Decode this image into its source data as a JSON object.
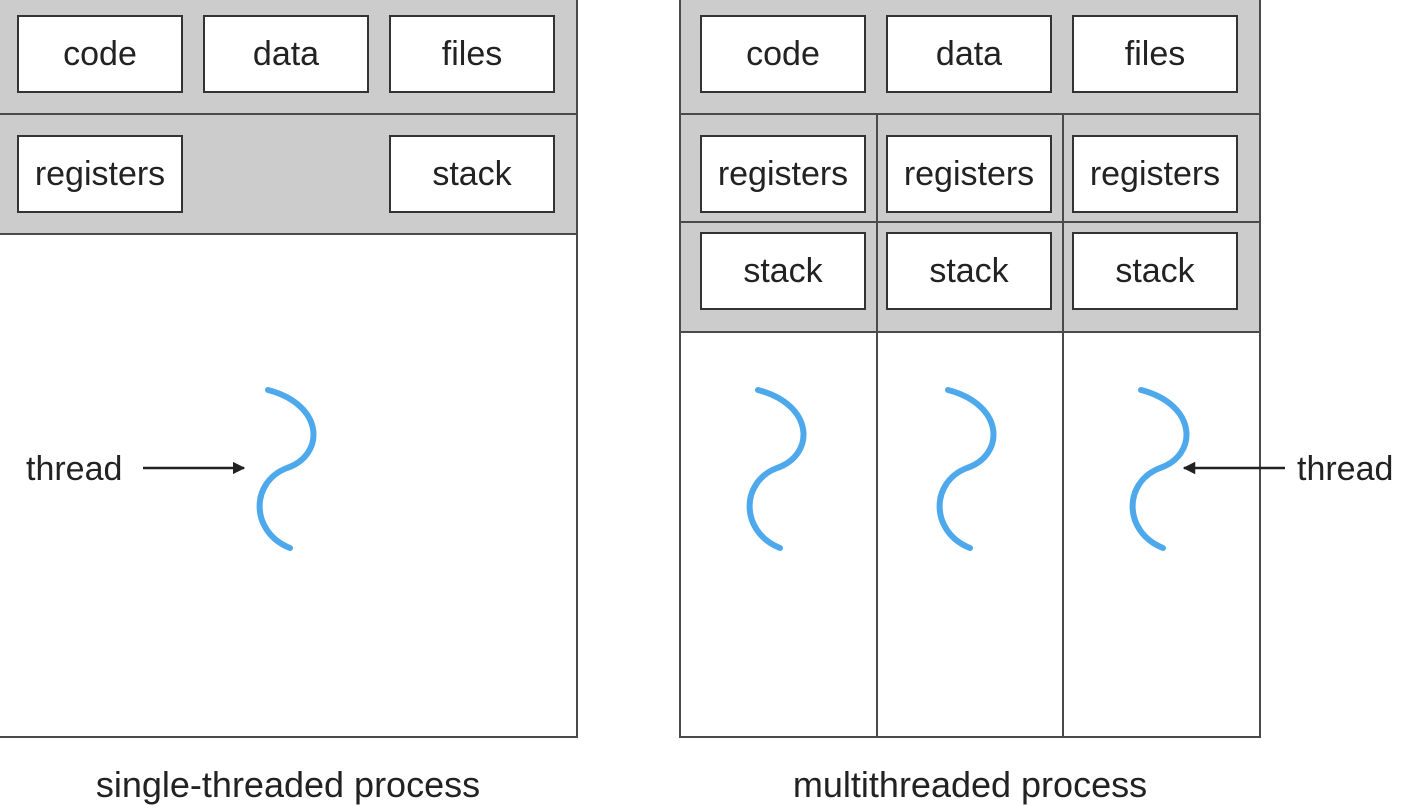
{
  "single": {
    "boxes": {
      "code": "code",
      "data": "data",
      "files": "files",
      "registers": "registers",
      "stack": "stack"
    },
    "thread_label": "thread",
    "caption": "single-threaded process"
  },
  "multi": {
    "boxes": {
      "code": "code",
      "data": "data",
      "files": "files"
    },
    "threads": [
      {
        "registers": "registers",
        "stack": "stack"
      },
      {
        "registers": "registers",
        "stack": "stack"
      },
      {
        "registers": "registers",
        "stack": "stack"
      }
    ],
    "thread_label": "thread",
    "caption": "multithreaded process"
  },
  "colors": {
    "thread_wave": "#4ea8ec",
    "panel_fill": "#cccccc",
    "line": "#333333"
  }
}
